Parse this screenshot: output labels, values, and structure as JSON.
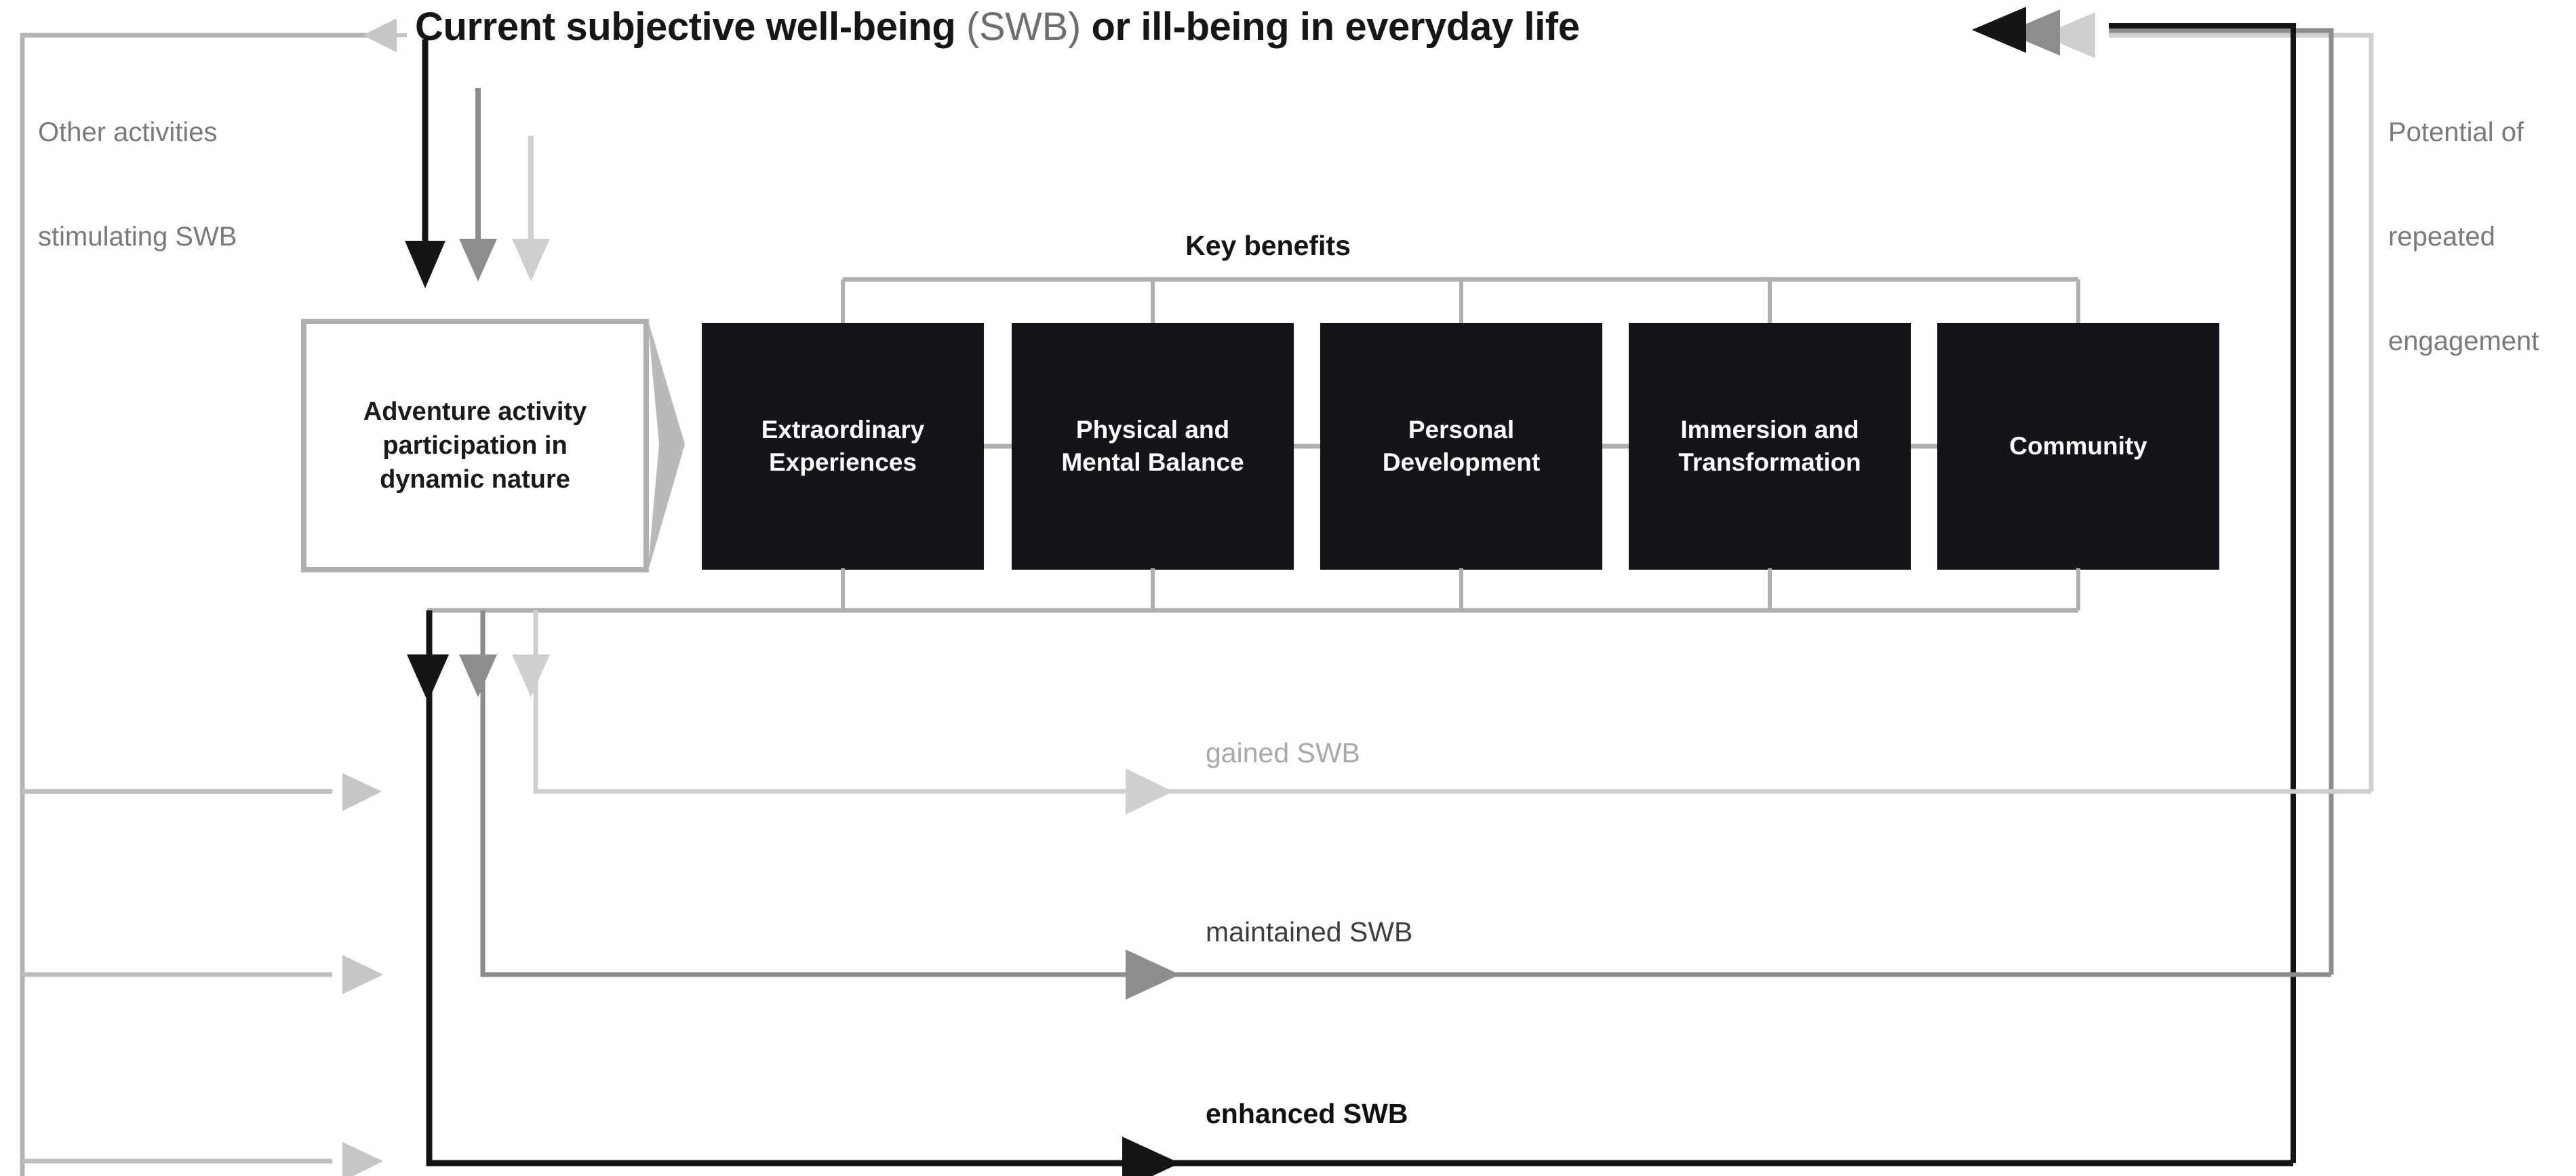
{
  "diagram": {
    "title": {
      "prefix": "Current subjective well-being",
      "paren": " (SWB) ",
      "suffix": "or ill-being in everyday life"
    },
    "left_note": {
      "line1": "Other activities",
      "line2": "stimulating SWB"
    },
    "right_note": {
      "line1": "Potential of",
      "line2": "repeated",
      "line3": "engagement"
    },
    "activity_box": {
      "line1": "Adventure activity",
      "line2": "participation in",
      "line3": "dynamic nature"
    },
    "key_benefits_label": "Key benefits",
    "benefits": [
      {
        "id": "extraordinary-experiences",
        "line1": "Extraordinary",
        "line2": "Experiences"
      },
      {
        "id": "physical-mental-balance",
        "line1": "Physical and",
        "line2": "Mental Balance"
      },
      {
        "id": "personal-development",
        "line1": "Personal",
        "line2": "Development"
      },
      {
        "id": "immersion-transformation",
        "line1": "Immersion and",
        "line2": "Transformation"
      },
      {
        "id": "community",
        "line1": "Community",
        "line2": ""
      }
    ],
    "outcomes": [
      {
        "id": "gained-swb",
        "label": "gained SWB",
        "tone": "light"
      },
      {
        "id": "maintained-swb",
        "label": "maintained SWB",
        "tone": "mid"
      },
      {
        "id": "enhanced-swb",
        "label": "enhanced SWB",
        "tone": "dark"
      }
    ],
    "colors": {
      "box_fill": "#17131b",
      "box_text": "#ffffff",
      "line_light": "#c8c8c8",
      "line_mid": "#808080",
      "line_dark": "#111111",
      "note_text": "#7a7a7a",
      "frame": "#b4b4b4",
      "background": "#ffffff"
    },
    "icons": {
      "title_arrow_left": "triangle-left-icon",
      "return_arrows": "triple-triangle-left-icon",
      "inflow_arrows": "triangle-down-icon",
      "outflow_arrows": "triangle-right-icon",
      "activity_arrow": "chevron-right-icon"
    }
  }
}
